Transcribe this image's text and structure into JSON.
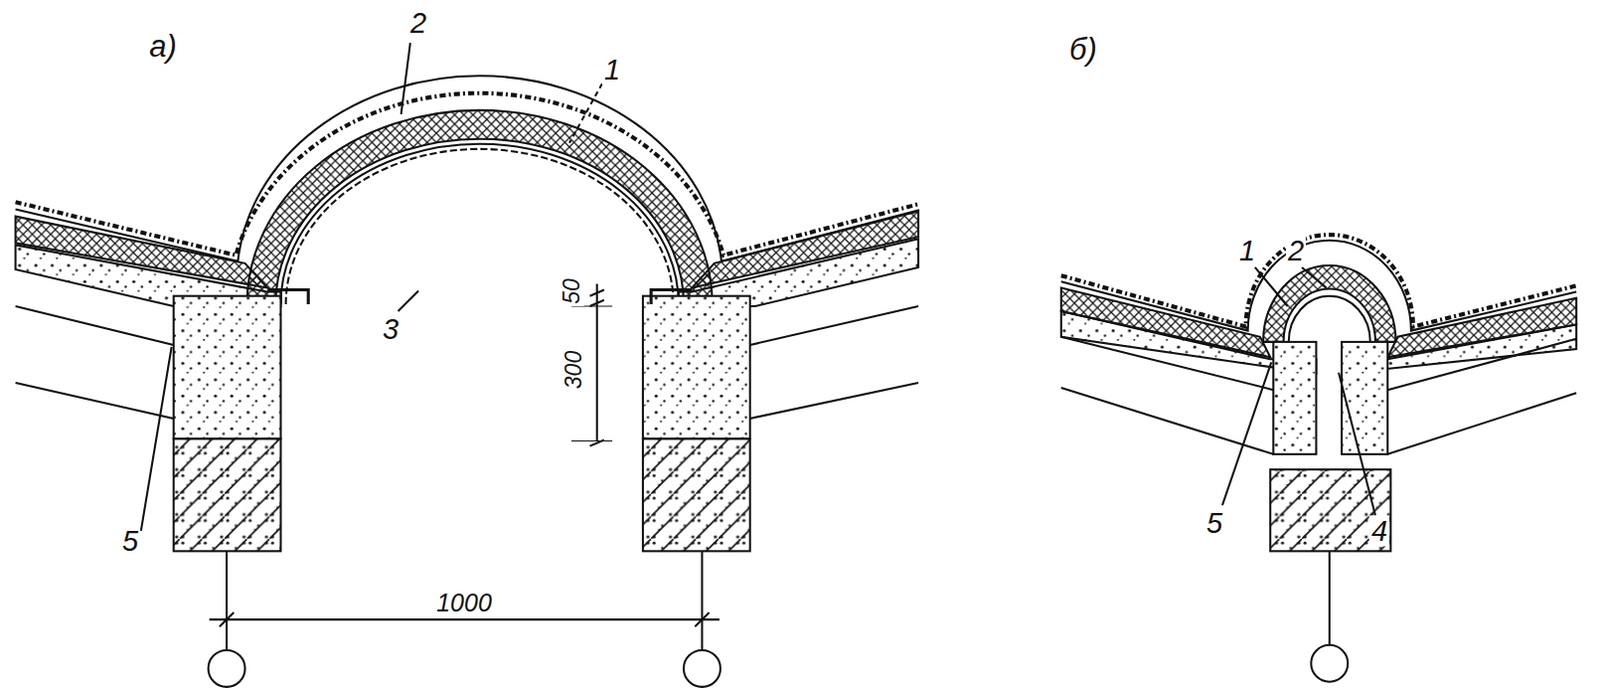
{
  "diagram": {
    "labels": [
      "а)",
      "2",
      "1",
      "3",
      "50",
      "300",
      "5",
      "1000",
      "б)",
      "1",
      "2",
      "5",
      "4"
    ]
  }
}
